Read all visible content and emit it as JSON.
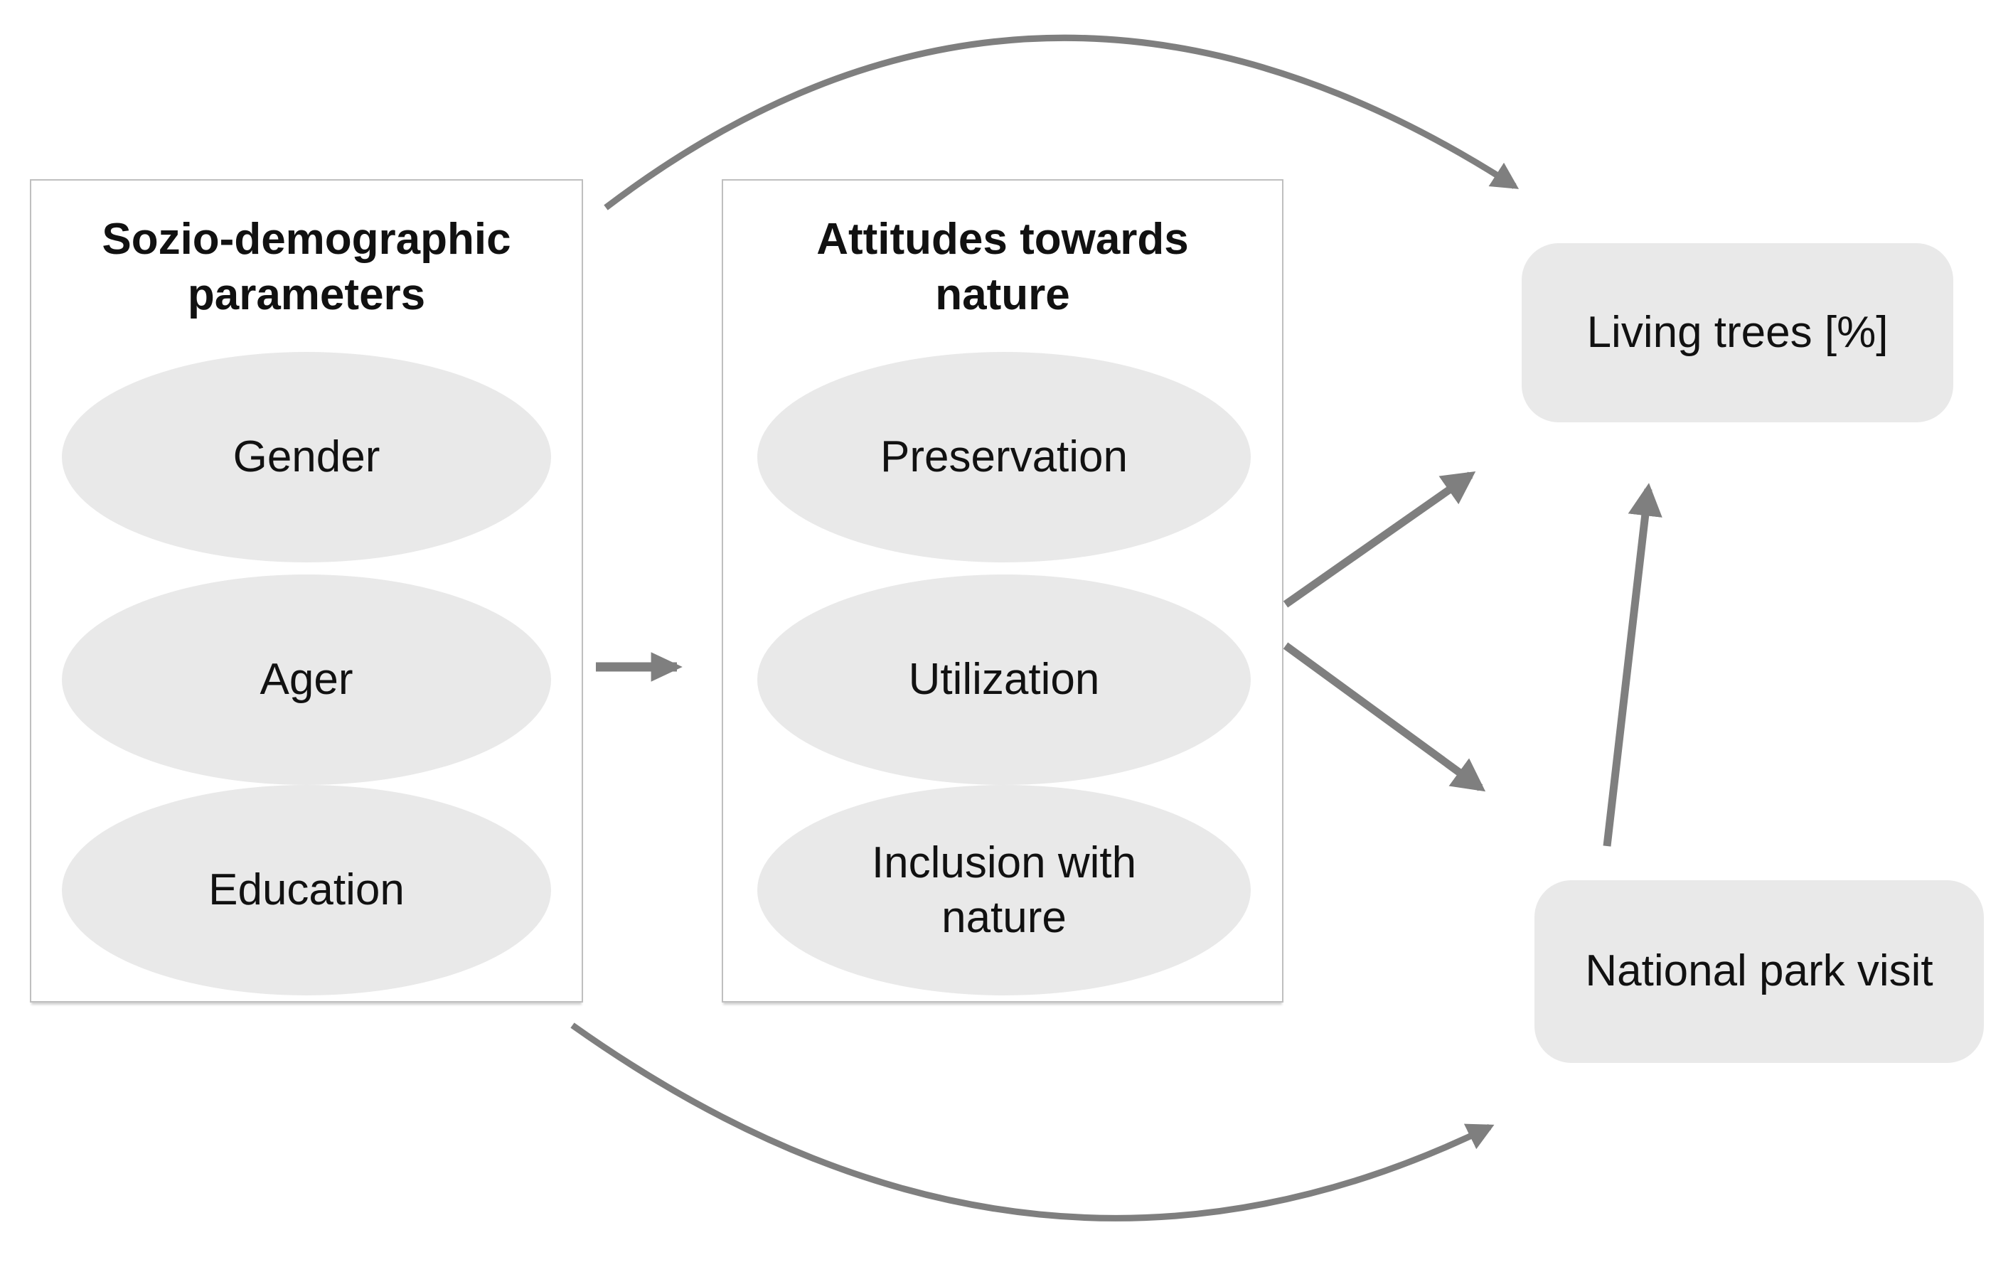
{
  "diagram": {
    "sociodemographic_box": {
      "title": "Sozio-demographic parameters",
      "items": [
        "Gender",
        "Ager",
        "Education"
      ]
    },
    "attitudes_box": {
      "title": "Attitudes towards nature",
      "items": [
        "Preservation",
        "Utilization",
        "Inclusion with nature"
      ]
    },
    "outcomes": {
      "living_trees": "Living trees [%]",
      "national_park_visit": "National park visit"
    },
    "colors": {
      "arrow": "#7f7f7f",
      "node_fill": "#e9e9e9",
      "box_border": "#bfbfbf",
      "text": "#111111"
    },
    "edges": [
      {
        "from": "sociodemographic-parameters",
        "to": "living-trees"
      },
      {
        "from": "sociodemographic-parameters",
        "to": "attitudes-towards-nature"
      },
      {
        "from": "attitudes-towards-nature",
        "to": "living-trees"
      },
      {
        "from": "attitudes-towards-nature",
        "to": "national-park-visit"
      },
      {
        "from": "national-park-visit",
        "to": "living-trees"
      },
      {
        "from": "sociodemographic-parameters",
        "to": "national-park-visit"
      }
    ]
  }
}
